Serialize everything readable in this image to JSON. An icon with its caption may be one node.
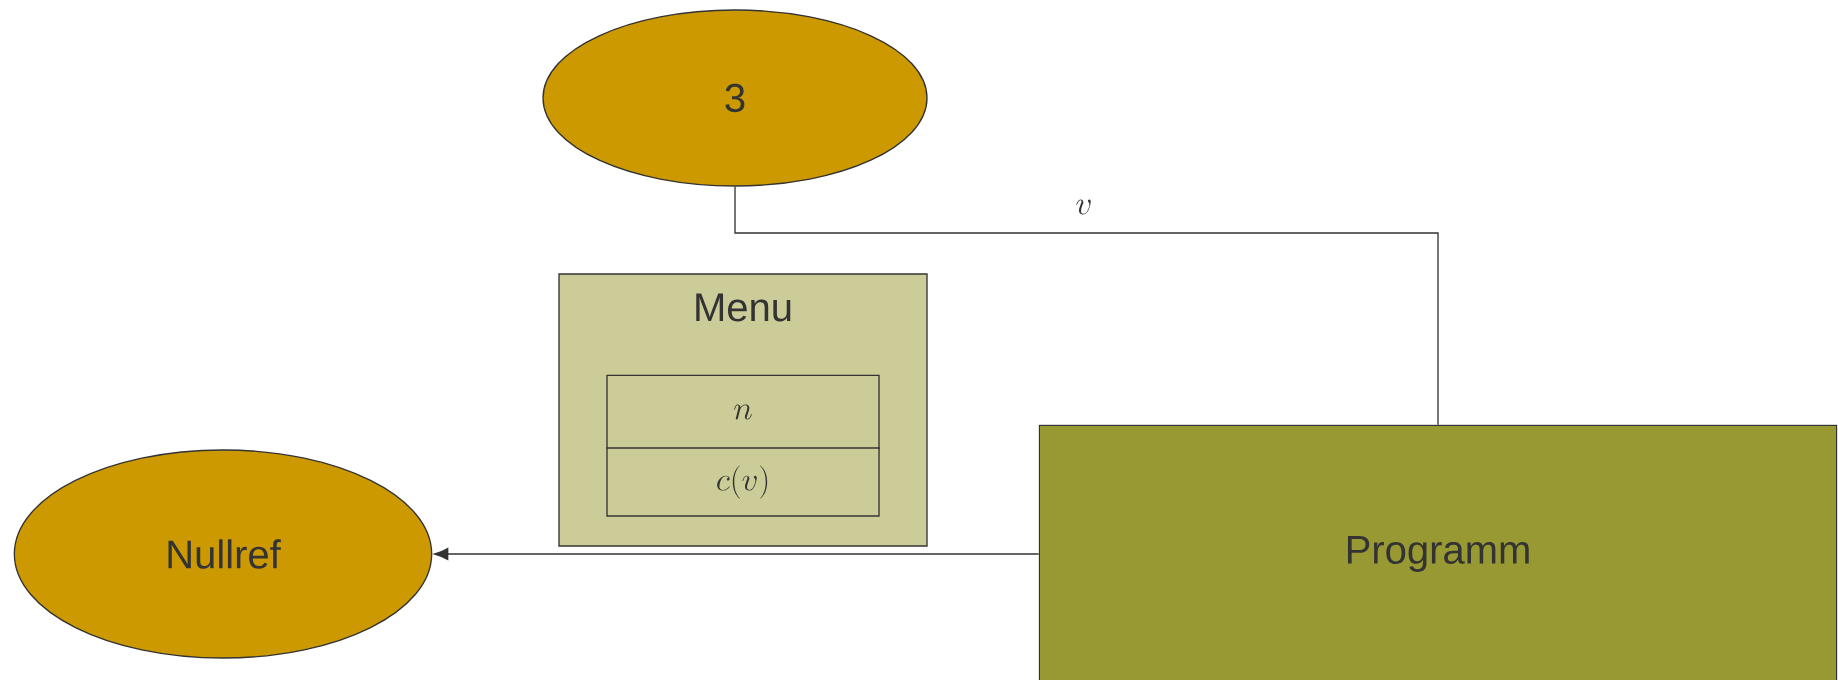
{
  "diagram": {
    "nodes": [
      {
        "text": [
          "3"
        ]
      },
      {
        "text": [
          "Menu"
        ]
      },
      {
        "text": [
          "n"
        ],
        "in": 1
      },
      {
        "text": [
          "c(v)"
        ],
        "in": 1
      },
      {
        "text": [
          "Nullref"
        ]
      },
      {
        "text": [
          "Programm"
        ]
      }
    ],
    "edges": [
      {
        "from": 0,
        "to": 5,
        "arrow": "none",
        "label": "v"
      },
      {
        "from": 5,
        "to": 4,
        "arrow": "to"
      }
    ]
  }
}
